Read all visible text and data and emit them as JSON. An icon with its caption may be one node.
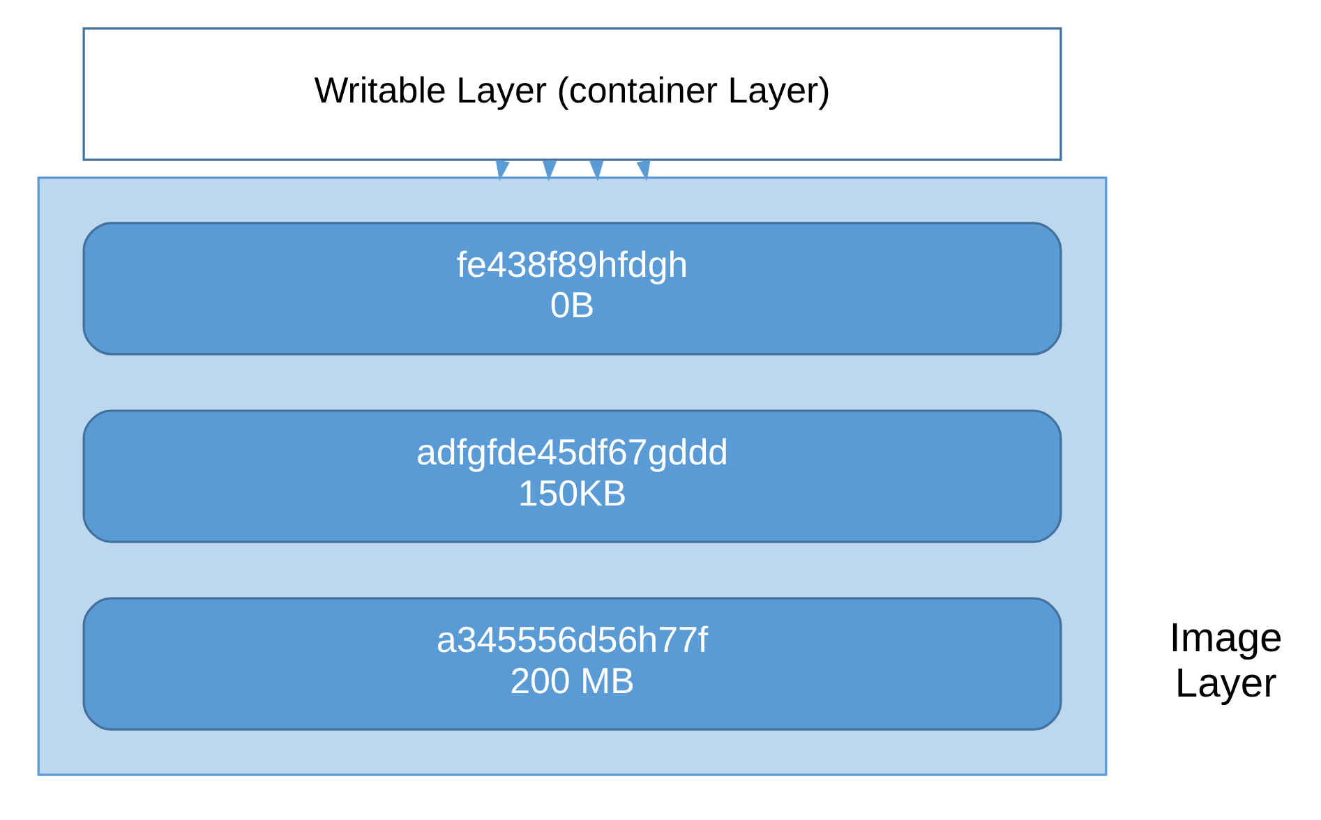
{
  "diagram": {
    "nodes": [
      {
        "text": [
          "Writable Layer (container Layer)"
        ]
      },
      {
        "text": [],
        "shape": "box"
      },
      {
        "text": [
          "fe438f89hfdgh",
          "0B"
        ],
        "in": 1
      },
      {
        "text": [
          "adfgfde45df67gddd",
          "150KB"
        ],
        "in": 1
      },
      {
        "text": [
          "a345556d56h77f",
          "200 MB"
        ],
        "in": 1
      }
    ],
    "edges": [
      {
        "from": 0,
        "to": 1,
        "arrow": "to"
      },
      {
        "from": 0,
        "to": 1,
        "arrow": "to"
      },
      {
        "from": 0,
        "to": 1,
        "arrow": "to"
      },
      {
        "from": 0,
        "to": 1,
        "arrow": "to"
      }
    ],
    "labels": [
      "Image Layer"
    ]
  }
}
